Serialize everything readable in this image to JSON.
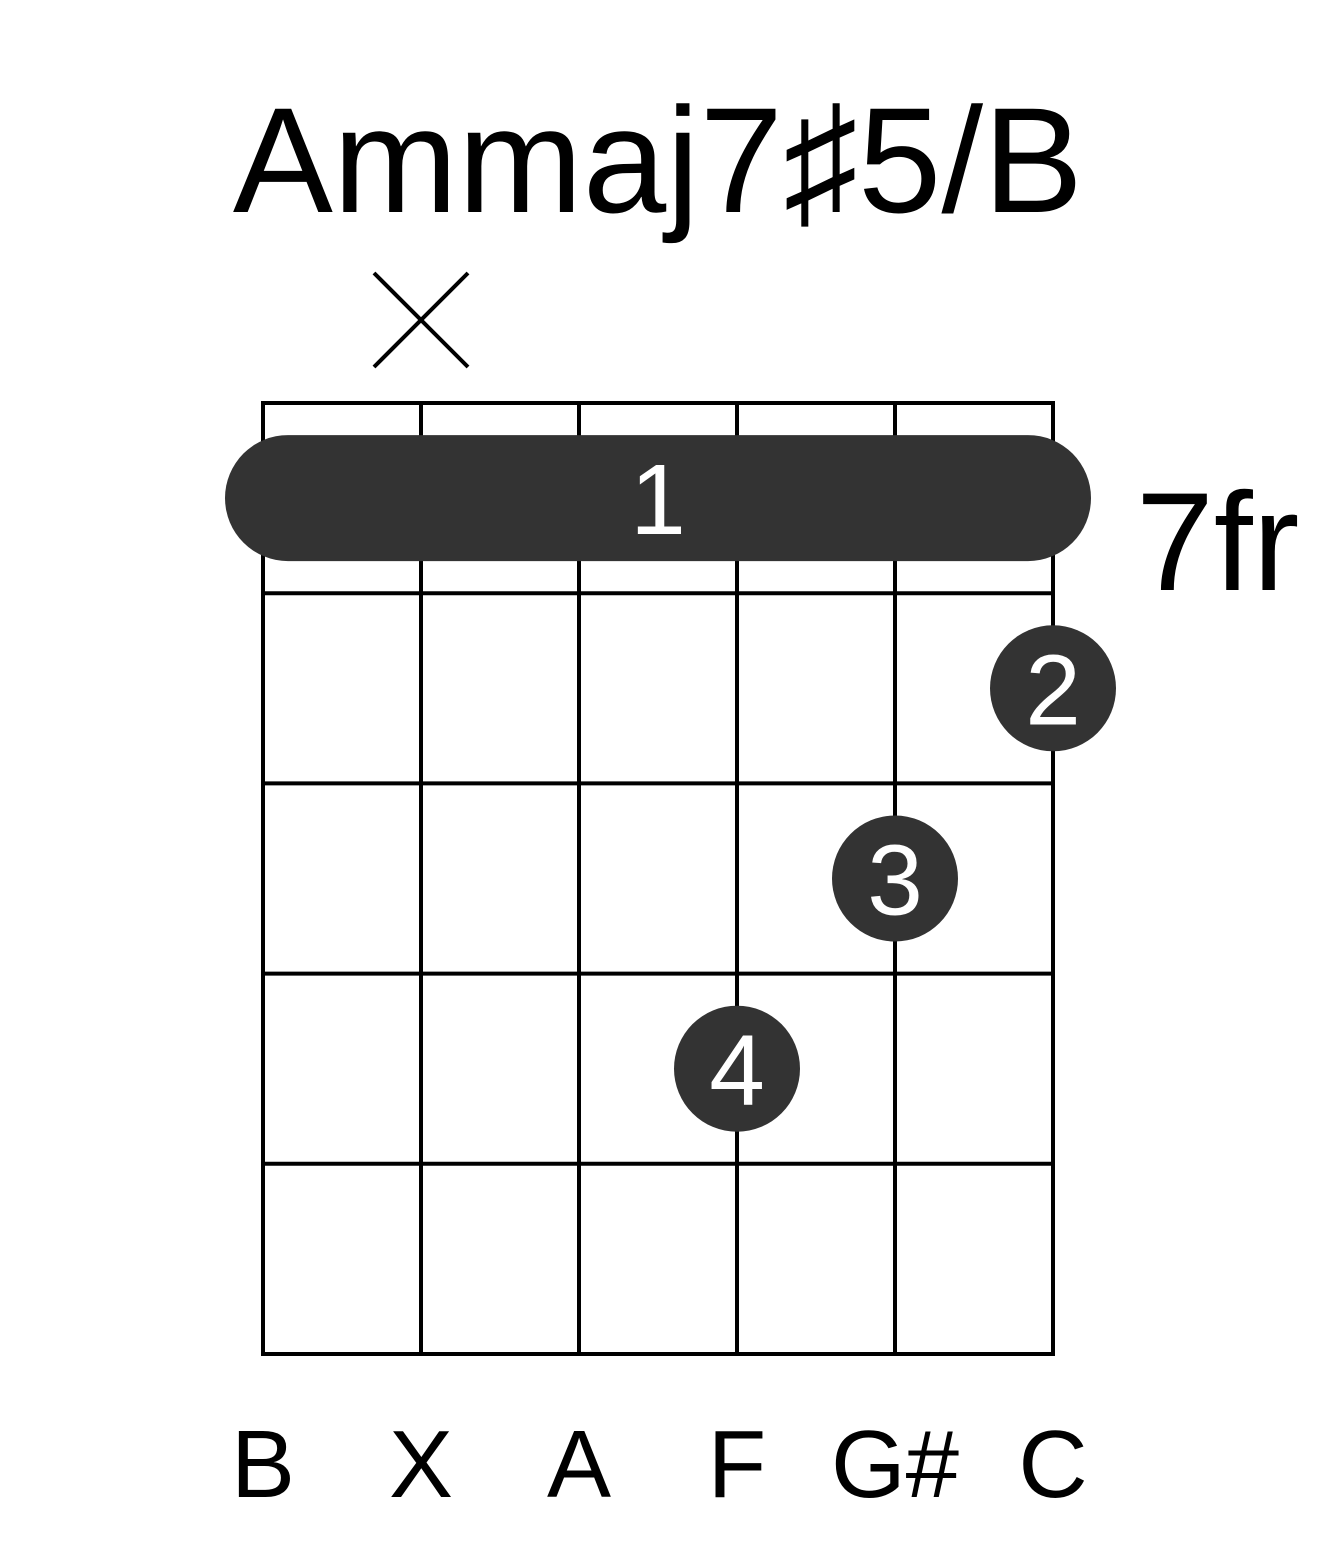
{
  "title": "Ammaj7♯5/B",
  "fret_label": "7fr",
  "muted_marker": "×",
  "strings": 6,
  "frets_shown": 5,
  "muted_strings": [
    2
  ],
  "barre": {
    "fret": 1,
    "from_string": 1,
    "to_string": 6,
    "finger": "1"
  },
  "fingers": [
    {
      "string": 6,
      "fret": 2,
      "label": "2"
    },
    {
      "string": 5,
      "fret": 3,
      "label": "3"
    },
    {
      "string": 4,
      "fret": 4,
      "label": "4"
    }
  ],
  "note_labels": [
    "B",
    "X",
    "A",
    "F",
    "G#",
    "C"
  ],
  "colors": {
    "ink": "#000000",
    "dot_fill": "#333333",
    "dot_text": "#ffffff",
    "background": "#ffffff"
  }
}
